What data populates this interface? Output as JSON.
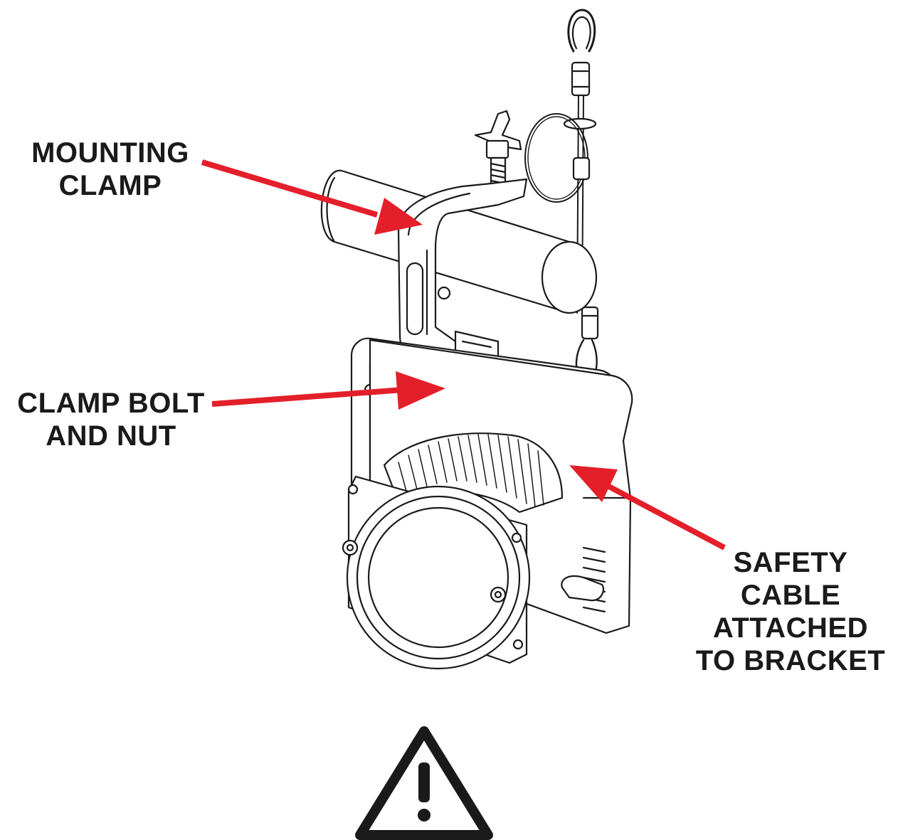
{
  "labels": {
    "mounting_clamp": [
      "MOUNTING",
      "CLAMP"
    ],
    "clamp_bolt": [
      "CLAMP BOLT",
      "AND NUT"
    ],
    "safety_cable": [
      "SAFETY",
      "CABLE",
      "ATTACHED",
      "TO BRACKET"
    ]
  },
  "colors": {
    "arrow": "#e3202a",
    "line": "#1a1a1a",
    "background": "#ffffff"
  },
  "icons": {
    "warning": "warning-triangle-icon"
  }
}
